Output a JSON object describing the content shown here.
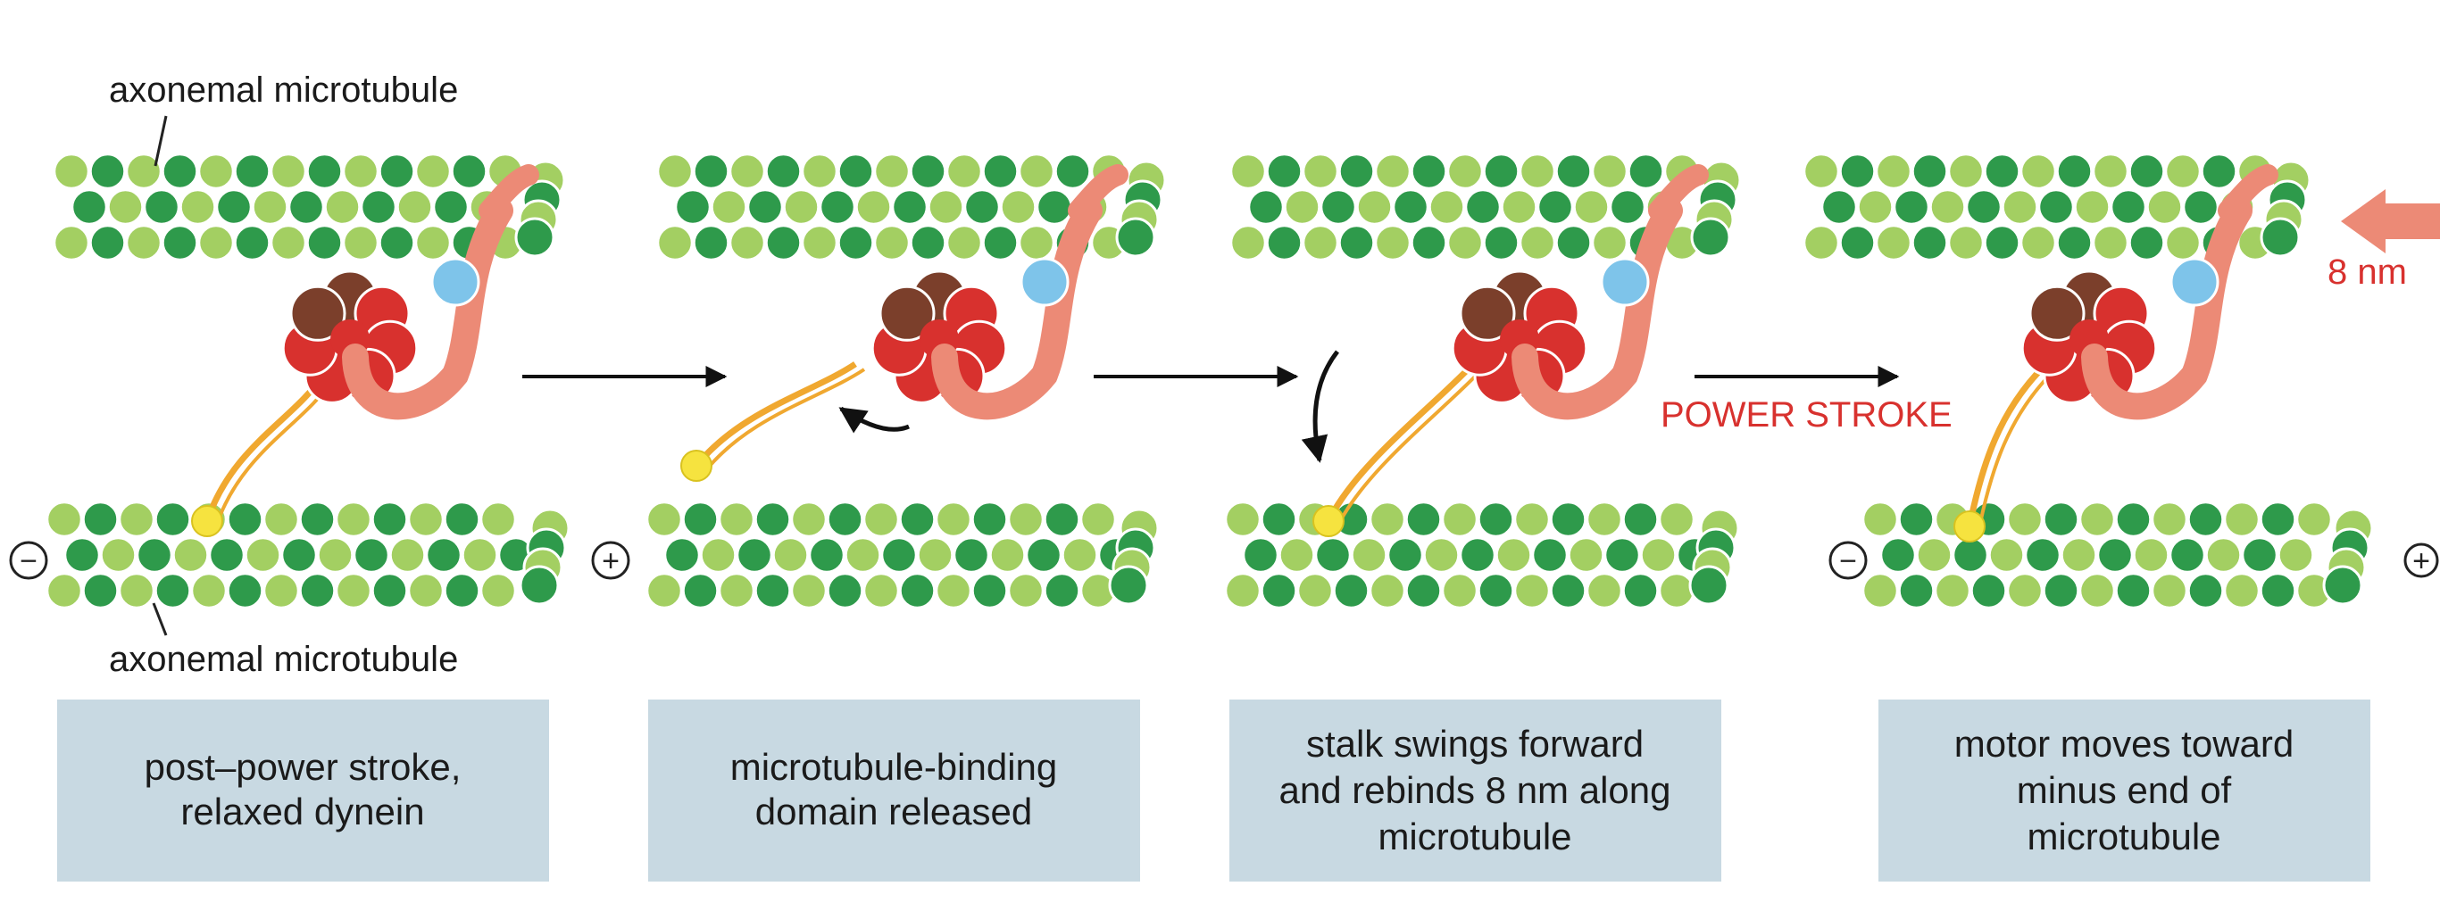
{
  "labels": {
    "top_microtubule": "axonemal microtubule",
    "bottom_microtubule": "axonemal microtubule",
    "power_stroke": "POWER STROKE",
    "distance": "8 nm",
    "minus_symbol": "−",
    "plus_symbol": "+"
  },
  "captions": [
    {
      "lines": [
        "post–power stroke,",
        "relaxed dynein"
      ]
    },
    {
      "lines": [
        "microtubule-binding",
        "domain released"
      ]
    },
    {
      "lines": [
        "stalk swings forward",
        "and rebinds 8 nm along",
        "microtubule"
      ]
    },
    {
      "lines": [
        "motor moves toward",
        "minus end of",
        "microtubule"
      ]
    }
  ],
  "colors": {
    "tubulin_light": "#a3cf62",
    "tubulin_dark": "#2e9a4b",
    "motor_red": "#d8312e",
    "motor_brown": "#7b3f2b",
    "stalk_salmon": "#ec8a76",
    "linker_blue": "#7ec4ea",
    "tether_orange": "#f0a830",
    "binding_yellow": "#f6e33f",
    "caption_box": "#c8d9e2",
    "accent_red": "#d8312e"
  }
}
